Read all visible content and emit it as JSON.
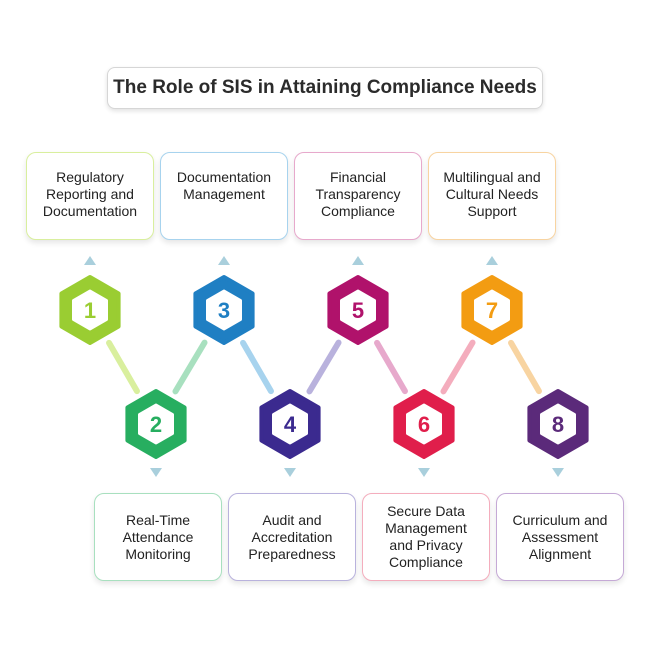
{
  "title": "The Role of SIS in Attaining Compliance Needs",
  "steps": [
    {
      "number": "1",
      "label": "Regulatory\nReporting and\nDocumentation",
      "color": "#9acd32",
      "color_light": "#d9ef9e"
    },
    {
      "number": "2",
      "label": "Real-Time\nAttendance\nMonitoring",
      "color": "#27ae60",
      "color_light": "#a8e0bf"
    },
    {
      "number": "3",
      "label": "Documentation\nManagement",
      "color": "#1f7fc3",
      "color_light": "#a7d3ee"
    },
    {
      "number": "4",
      "label": "Audit and\nAccreditation\nPreparedness",
      "color": "#3b2a8f",
      "color_light": "#b9b2dd"
    },
    {
      "number": "5",
      "label": "Financial\nTransparency\nCompliance",
      "color": "#b0126b",
      "color_light": "#e7a9cc"
    },
    {
      "number": "6",
      "label": "Secure Data\nManagement\nand Privacy\nCompliance",
      "color": "#e01e4b",
      "color_light": "#f4adbd"
    },
    {
      "number": "7",
      "label": "Multilingual and\nCultural Needs\nSupport",
      "color": "#f39c12",
      "color_light": "#f8d4a1"
    },
    {
      "number": "8",
      "label": "Curriculum and\nAssessment\nAlignment",
      "color": "#5b2a7a",
      "color_light": "#c5a9d6"
    }
  ],
  "colors": {
    "connector": "#cfcfe6",
    "arrow": "#a9cfdc"
  }
}
